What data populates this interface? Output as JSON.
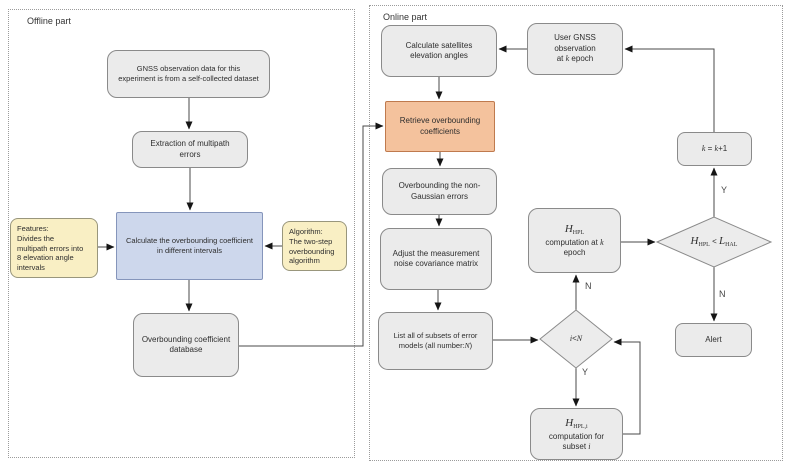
{
  "diagram": {
    "offline": {
      "label": "Offline part",
      "gnss_data": "GNSS observation data for this\nexperiment is from a self-collected dataset",
      "extraction": "Extraction of multipath\nerrors",
      "calc_coefficient": "Calculate the overbounding coefficient\nin different intervals",
      "features_note": "Features:\nDivides the\nmultipath errors into\n8 elevation angle\nintervals",
      "algorithm_note": "Algorithm:\nThe two-step\noverbounding\nalgorithm",
      "database": "Overbounding coefficient\ndatabase"
    },
    "online": {
      "label": "Online part",
      "calc_satellites": "Calculate satellites\nelevation angles",
      "user_gnss_runs": [
        {
          "t": "User GNSS\nobservation\nat "
        },
        {
          "t": "k",
          "s": "i"
        },
        {
          "t": " epoch"
        }
      ],
      "retrieve": "Retrieve overbounding\ncoefficients",
      "overbound_non_gaussian": "Overbounding the non-\nGaussian errors",
      "adjust_matrix": "Adjust the measurement\nnoise covariance matrix",
      "list_subsets_runs": [
        {
          "t": "List all of subsets of error\nmodels (all number:"
        },
        {
          "t": "N",
          "s": "i"
        },
        {
          "t": ")"
        }
      ],
      "hpl_comp_runs": [
        {
          "t": "H",
          "s": "I"
        },
        {
          "t": "HPL",
          "s": "sub"
        },
        {
          "t": "\ncomputation at "
        },
        {
          "t": "k",
          "s": "i"
        },
        {
          "t": "\nepoch"
        }
      ],
      "i_lt_n_runs": [
        {
          "t": "i",
          "s": "i"
        },
        {
          "t": "<"
        },
        {
          "t": "N",
          "s": "i"
        }
      ],
      "hpl_subset_runs": [
        {
          "t": "H",
          "s": "I"
        },
        {
          "t": "HPL,i",
          "s": "sub"
        },
        {
          "t": "\ncomputation for\nsubset "
        },
        {
          "t": "i",
          "s": "i"
        }
      ],
      "k_increment_runs": [
        {
          "t": "k",
          "s": "i"
        },
        {
          "t": " = "
        },
        {
          "t": "k",
          "s": "i"
        },
        {
          "t": "+1"
        }
      ],
      "hpl_hal_runs": [
        {
          "t": "H",
          "s": "I"
        },
        {
          "t": "HPL",
          "s": "sub"
        },
        {
          "t": " < "
        },
        {
          "t": "L",
          "s": "I"
        },
        {
          "t": "HAL",
          "s": "sub"
        }
      ],
      "alert": "Alert"
    },
    "edge_labels": {
      "n_loop": "N",
      "y_loop": "Y",
      "y_hal": "Y",
      "n_hal": "N"
    },
    "colors": {
      "node_fill": "#ebebeb",
      "node_border": "#8a8a8a",
      "process_fill": "#cdd7ec",
      "process_border": "#8595bb",
      "highlight_fill": "#f4c29d",
      "highlight_border": "#bf7a4e",
      "note_fill": "#f9efc4",
      "note_border": "#99967c",
      "line": "#4a4a4a"
    }
  }
}
